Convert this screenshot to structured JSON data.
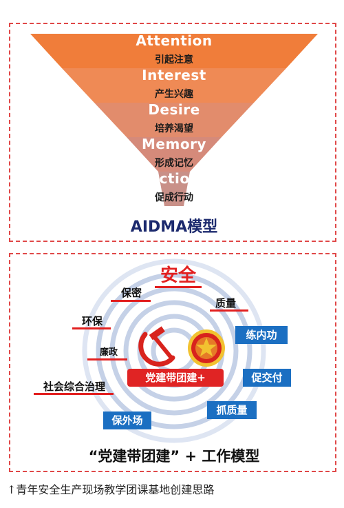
{
  "aidma": {
    "stages": [
      {
        "en": "Attention",
        "zh": "引起注意",
        "color": "#f07d3a"
      },
      {
        "en": "Interest",
        "zh": "产生兴趣",
        "color": "#ef8a55"
      },
      {
        "en": "Desire",
        "zh": "培养渴望",
        "color": "#e28c6c"
      },
      {
        "en": "Memory",
        "zh": "形成记忆",
        "color": "#d58a7a"
      },
      {
        "en": "Action",
        "zh": "促成行动",
        "color": "#c99088"
      }
    ],
    "title": "AIDMA模型"
  },
  "party_model": {
    "top_label": "安全",
    "left_labels": [
      "保密",
      "环保",
      "廉政",
      "社会综合治理"
    ],
    "right_label": "质量",
    "blue_boxes": [
      "练内功",
      "促交付",
      "抓质量",
      "保外场"
    ],
    "core": "党建带团建+",
    "title": "“党建带团建” +  工作模型",
    "colors": {
      "red": "#e21f1f",
      "blue": "#1b6fc2",
      "ring": "#b7c6e2"
    }
  },
  "caption": "↑青年安全生产现场教学团课基地创建思路"
}
